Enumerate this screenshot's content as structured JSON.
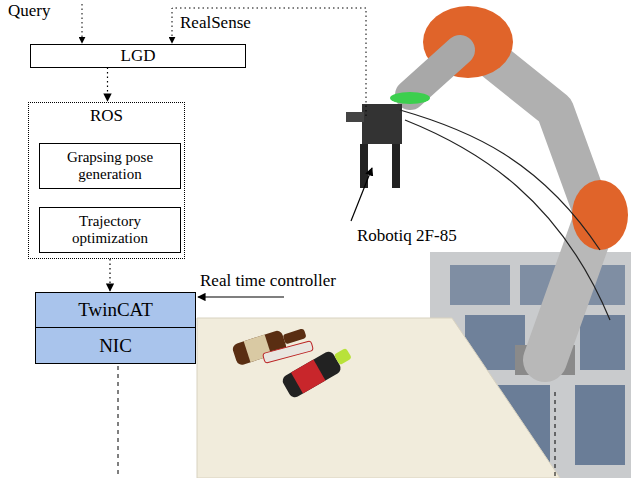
{
  "diagram": {
    "nodes": [
      {
        "text": [
          "LGD"
        ]
      },
      {
        "text": [
          "ROS"
        ]
      },
      {
        "text": [
          "Grapsing pose generation"
        ],
        "in": 1
      },
      {
        "text": [
          "Trajectory optimization"
        ],
        "in": 1
      },
      {
        "text": [
          "TwinCAT"
        ]
      },
      {
        "text": [
          "NIC"
        ]
      }
    ],
    "edges": [
      {
        "from": 0,
        "to": 1,
        "arrow": "to"
      },
      {
        "from": 1,
        "to": 4,
        "arrow": "to"
      }
    ],
    "labels": [
      "Query",
      "RealSense",
      "Real time controller",
      "Robotiq 2F-85"
    ]
  }
}
